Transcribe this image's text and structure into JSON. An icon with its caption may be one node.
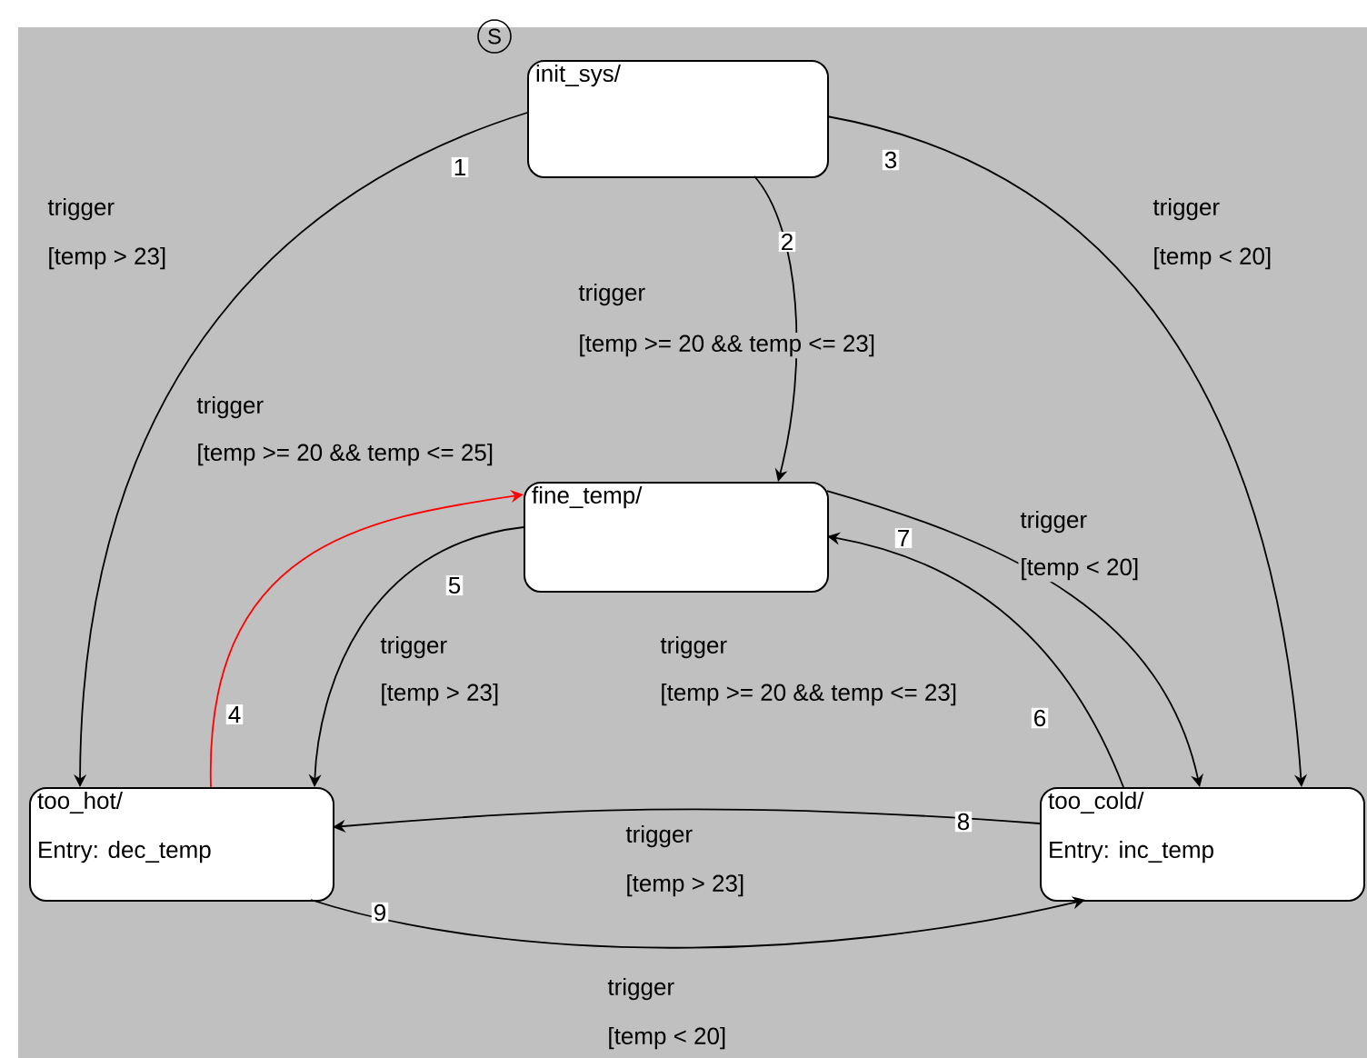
{
  "diagram": {
    "nodes": [
      {
        "text": [
          "S"
        ]
      },
      {
        "text": [
          "init_sys/"
        ]
      },
      {
        "text": [
          "fine_temp/"
        ]
      },
      {
        "text": [
          "too_hot/",
          "Entry: dec_temp"
        ]
      },
      {
        "text": [
          "too_cold/",
          "Entry: inc_temp"
        ]
      }
    ],
    "edges": [
      {
        "from": 1,
        "to": 3,
        "arrow": "to",
        "label": "1"
      },
      {
        "from": 1,
        "to": 2,
        "arrow": "to",
        "label": "2"
      },
      {
        "from": 1,
        "to": 4,
        "arrow": "to",
        "label": "3"
      },
      {
        "from": 3,
        "to": 2,
        "arrow": "to",
        "label": "4",
        "color": "#ff0000"
      },
      {
        "from": 2,
        "to": 3,
        "arrow": "to",
        "label": "5"
      },
      {
        "from": 4,
        "to": 2,
        "arrow": "to",
        "label": "6"
      },
      {
        "from": 2,
        "to": 4,
        "arrow": "to",
        "label": "7"
      },
      {
        "from": 4,
        "to": 3,
        "arrow": "to",
        "label": "8"
      },
      {
        "from": 3,
        "to": 4,
        "arrow": "to",
        "label": "9"
      }
    ],
    "labels": [
      "trigger",
      "trigger",
      "[temp > 23]",
      "[temp < 20]",
      "trigger",
      "[temp >= 20 && temp <= 23]",
      "trigger",
      "[temp >= 20 && temp <= 25]",
      "trigger",
      "[temp < 20]",
      "trigger",
      "trigger",
      "[temp > 23]",
      "[temp >= 20 && temp <= 23]",
      "trigger",
      "[temp > 23]",
      "trigger",
      "[temp < 20]"
    ]
  }
}
